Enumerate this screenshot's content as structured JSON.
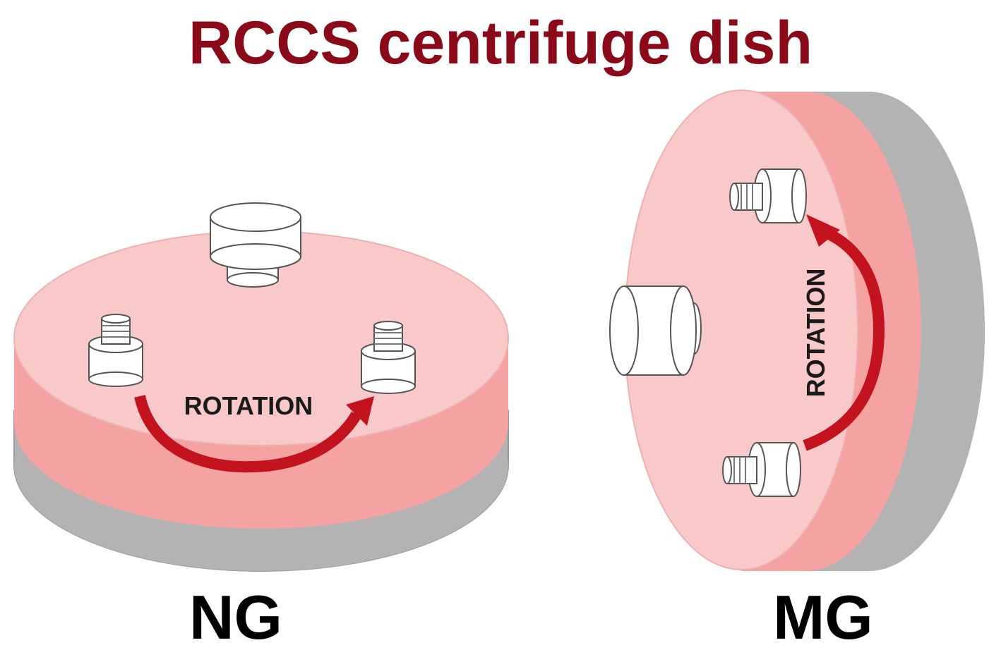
{
  "title": "RCCS centrifuge dish",
  "panels": [
    {
      "id": "ng",
      "caption": "NG",
      "rotation_label": "ROTATION"
    },
    {
      "id": "mg",
      "caption": "MG",
      "rotation_label": "ROTATION"
    }
  ],
  "colors": {
    "title": "#8b0a1a",
    "dish_top": "#f8c5c5",
    "dish_side": "#f4a0a0",
    "dish_base": "#b5b5b5",
    "arrow": "#c3131f"
  }
}
